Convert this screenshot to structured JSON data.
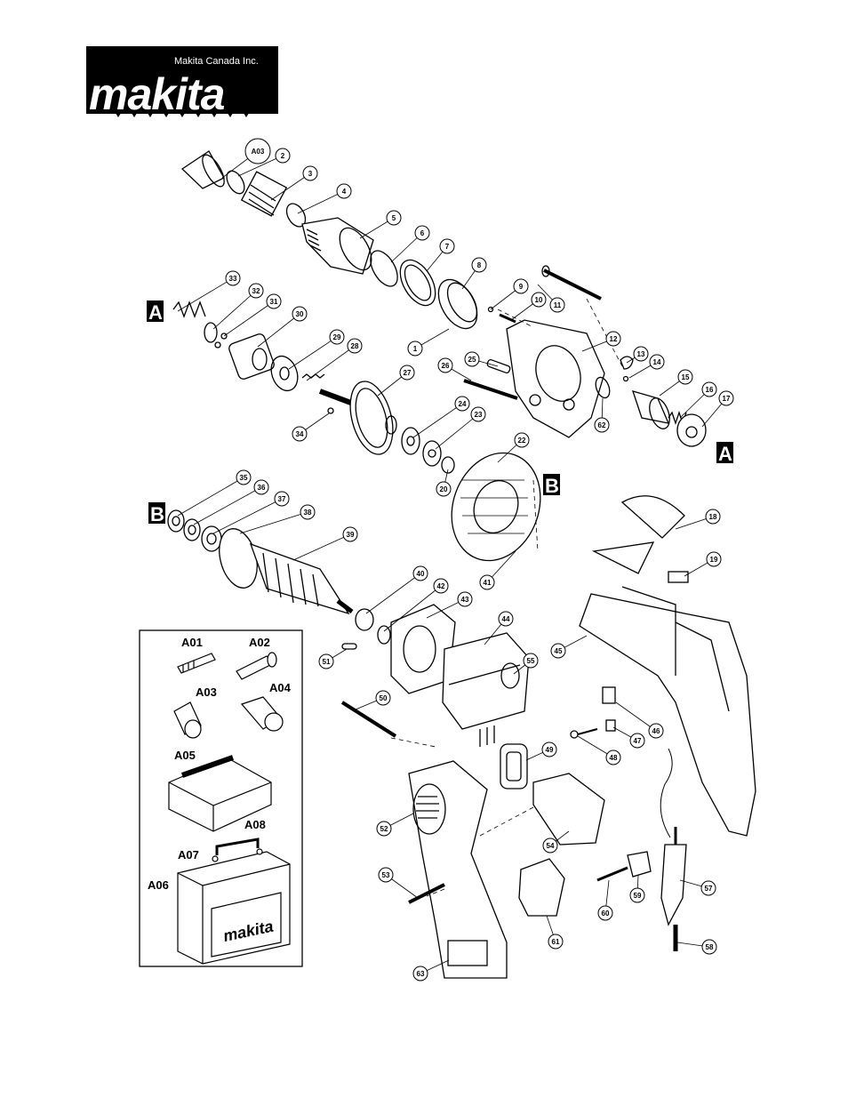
{
  "header": {
    "company": "Makita Canada Inc.",
    "logo_text": "makita"
  },
  "section_markers": {
    "a_left": "A",
    "a_right": "A",
    "b_left": "B",
    "b_right": "B"
  },
  "accessories": {
    "a01": "A01",
    "a02": "A02",
    "a03": "A03",
    "a04": "A04",
    "a05": "A05",
    "a06": "A06",
    "a07": "A07",
    "a08": "A08",
    "case_logo": "makita"
  },
  "callouts": [
    "A03",
    "2",
    "3",
    "4",
    "5",
    "6",
    "7",
    "8",
    "9",
    "10",
    "11",
    "1",
    "12",
    "13",
    "14",
    "15",
    "16",
    "17",
    "25",
    "26",
    "62",
    "33",
    "32",
    "31",
    "30",
    "29",
    "28",
    "27",
    "34",
    "24",
    "23",
    "20",
    "22",
    "35",
    "36",
    "37",
    "38",
    "39",
    "41",
    "40",
    "42",
    "43",
    "51",
    "50",
    "44",
    "55",
    "18",
    "19",
    "45",
    "46",
    "47",
    "48",
    "49",
    "52",
    "54",
    "53",
    "63",
    "61",
    "60",
    "59",
    "57",
    "58"
  ],
  "colors": {
    "ink": "#000000",
    "paper": "#ffffff"
  }
}
